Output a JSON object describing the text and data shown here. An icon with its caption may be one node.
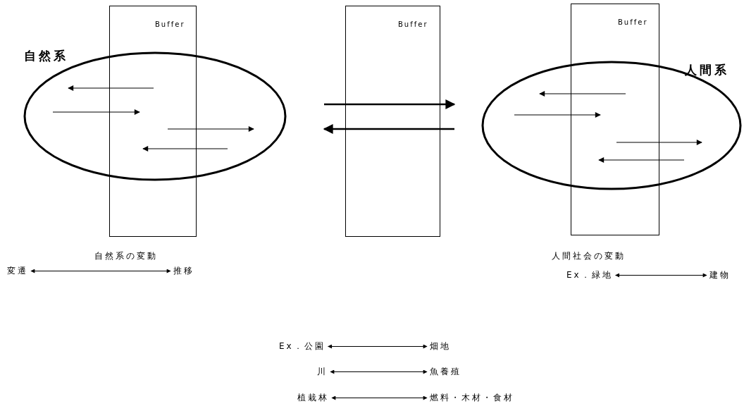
{
  "diagram": {
    "nodes": [
      {
        "text": [
          "Buffer"
        ]
      },
      {
        "text": [
          "Buffer"
        ]
      },
      {
        "text": [
          "Buffer"
        ]
      },
      {
        "text": [
          "自然系"
        ]
      },
      {
        "text": [
          "人間系"
        ]
      },
      {
        "text": [
          "Ex．緑地"
        ]
      },
      {
        "text": [
          "建物"
        ]
      },
      {
        "text": [
          "変遷"
        ]
      },
      {
        "text": [
          "推移"
        ]
      },
      {
        "text": [
          "Ex．公園"
        ]
      },
      {
        "text": [
          "畑地"
        ]
      },
      {
        "text": [
          "川"
        ]
      },
      {
        "text": [
          "魚養殖"
        ]
      },
      {
        "text": [
          "植栽林"
        ]
      },
      {
        "text": [
          "燃料・木材・食材"
        ]
      }
    ],
    "edges": [
      {
        "from": 5,
        "to": 6,
        "arrow": "both"
      },
      {
        "from": 7,
        "to": 8,
        "arrow": "both"
      },
      {
        "from": 9,
        "to": 10,
        "arrow": "both"
      },
      {
        "from": 11,
        "to": 12,
        "arrow": "both"
      },
      {
        "from": 13,
        "to": 14,
        "arrow": "both"
      }
    ],
    "labels": [
      "自然系の変動",
      "人間社会の変動"
    ]
  }
}
